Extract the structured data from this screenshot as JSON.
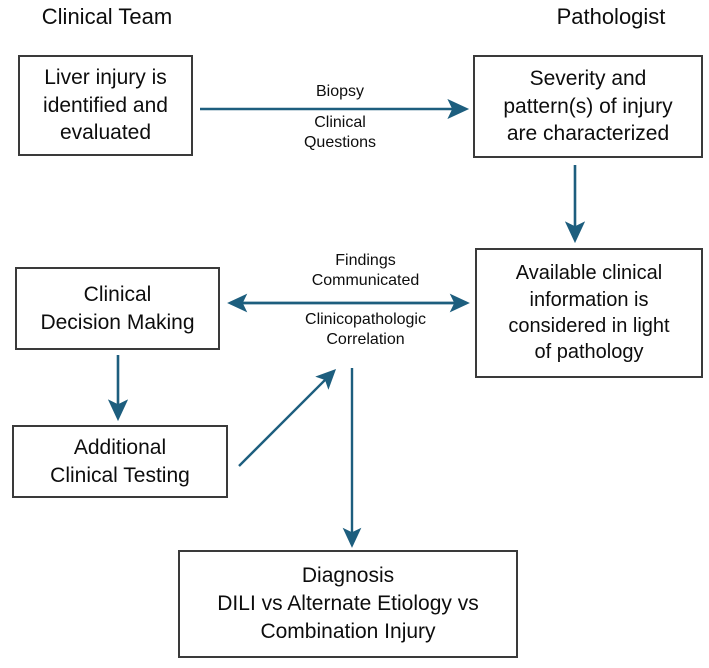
{
  "diagram": {
    "title_left": "Clinical Team",
    "title_right": "Pathologist",
    "accent_color": "#1d5e7e",
    "box_border_color": "#3a3a3a",
    "text_color": "#0d0d0d",
    "background_color": "#ffffff",
    "nodes": {
      "liver_injury": "Liver injury is\nidentified and\nevaluated",
      "severity": "Severity and\npattern(s) of injury\nare characterized",
      "available_info": "Available clinical\ninformation is\nconsidered in light\nof pathology",
      "decision": "Clinical\nDecision Making",
      "testing": "Additional\nClinical Testing",
      "diagnosis": "Diagnosis\nDILI vs Alternate Etiology vs\nCombination Injury"
    },
    "edge_labels": {
      "biopsy": "Biopsy",
      "clinical_questions": "Clinical\nQuestions",
      "findings_communicated": "Findings\nCommunicated",
      "clinicopathologic_correlation": "Clinicopathologic\nCorrelation"
    }
  }
}
